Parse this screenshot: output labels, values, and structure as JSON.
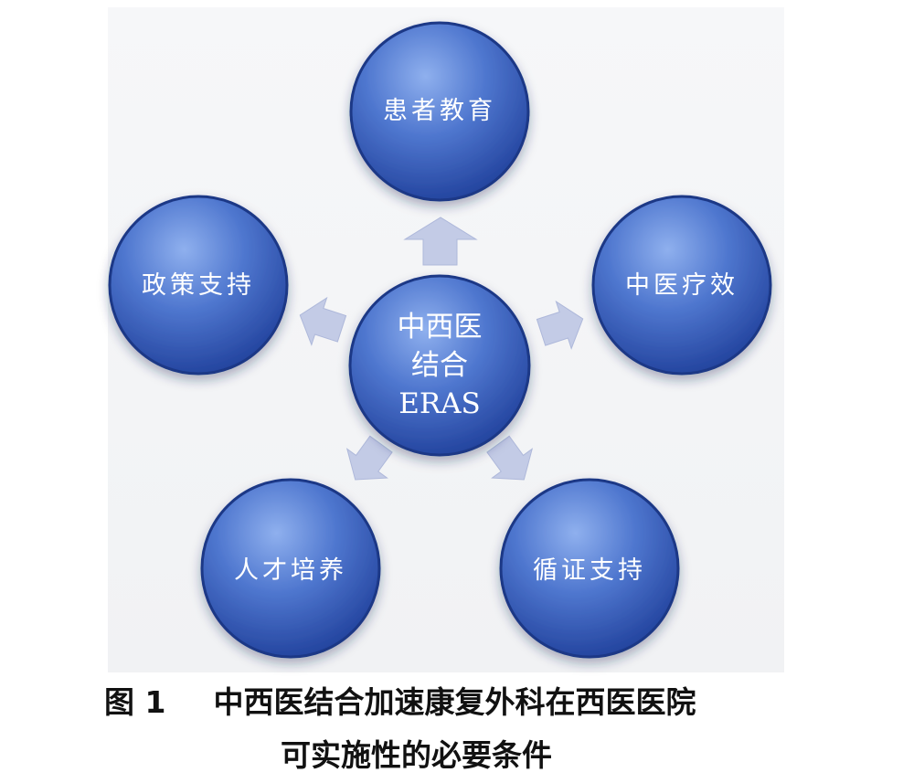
{
  "diagram": {
    "center": {
      "lines": [
        "中西医",
        "结合",
        "ERAS"
      ]
    },
    "nodes": [
      {
        "id": "patient-education",
        "label": "患者教育"
      },
      {
        "id": "tcm-efficacy",
        "label": "中医疗效"
      },
      {
        "id": "evidence-support",
        "label": "循证支持"
      },
      {
        "id": "talent-training",
        "label": "人才培养"
      },
      {
        "id": "policy-support",
        "label": "政策支持"
      }
    ],
    "colors": {
      "circle_light": "#6f95df",
      "circle_dark": "#1f3f9a",
      "circle_stroke": "#1a3786",
      "arrow_fill": "#c3cbe6"
    }
  },
  "caption": {
    "figure_number": "图 1",
    "title_line1": "中西医结合加速康复外科在西医医院",
    "title_line2": "可实施性的必要条件"
  }
}
